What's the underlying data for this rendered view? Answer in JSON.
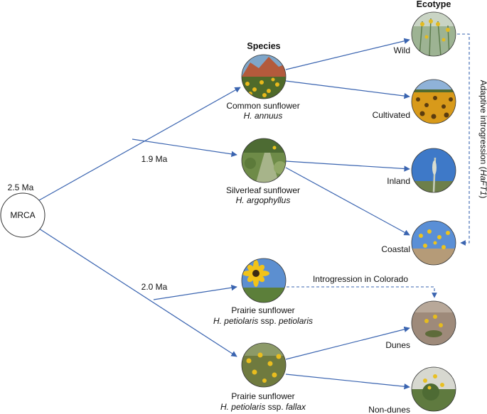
{
  "headers": {
    "species": "Species",
    "ecotype": "Ecotype"
  },
  "root": {
    "label": "MRCA",
    "age": "2.5 Ma"
  },
  "split_ages": {
    "annuus_argophyllus": "1.9 Ma",
    "petiolaris": "2.0 Ma"
  },
  "species": [
    {
      "common": "Common sunflower",
      "latin": "H. annuus",
      "latin_rest": ""
    },
    {
      "common": "Silverleaf sunflower",
      "latin": "H. argophyllus",
      "latin_rest": ""
    },
    {
      "common": "Prairie sunflower",
      "latin": "H. petiolaris",
      "latin_rest": " ssp. ",
      "ssp": "petiolaris"
    },
    {
      "common": "Prairie sunflower",
      "latin": "H. petiolaris",
      "latin_rest": " ssp. ",
      "ssp": "fallax"
    }
  ],
  "ecotypes": [
    "Wild",
    "Cultivated",
    "Inland",
    "Coastal",
    "Dunes",
    "Non-dunes"
  ],
  "introgression": {
    "adaptive_prefix": "Adaptive introgression (",
    "adaptive_gene": "HaFT1",
    "adaptive_suffix": ")",
    "colorado": "Introgression in Colorado"
  },
  "colors": {
    "branch": "#3a64b0",
    "text": "#111111"
  }
}
